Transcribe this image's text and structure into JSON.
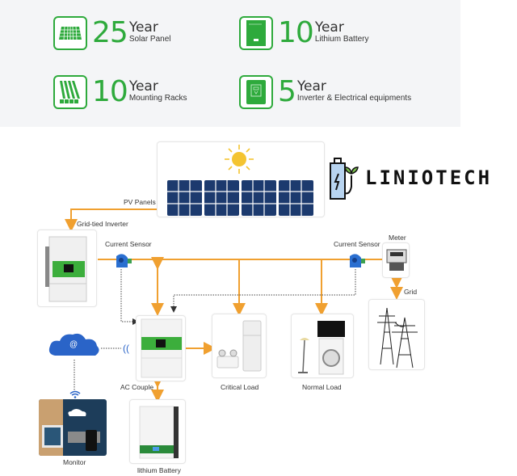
{
  "warranties": [
    {
      "years": "25",
      "unit": "Year",
      "label": "Solar Panel",
      "icon": "solar-panel-icon"
    },
    {
      "years": "10",
      "unit": "Year",
      "label": "Lithium Battery",
      "icon": "battery-icon"
    },
    {
      "years": "10",
      "unit": "Year",
      "label": "Mounting Racks",
      "icon": "mounting-rack-icon"
    },
    {
      "years": "5",
      "unit": "Year",
      "label": "Inverter & Electrical equipments",
      "icon": "inverter-icon"
    }
  ],
  "brand": {
    "name": "LINIOTECH"
  },
  "diagram": {
    "pv_panels": "PV Panels",
    "grid_tied_inverter": "Grid-tied Inverter",
    "current_sensor_left": "Current Sensor",
    "current_sensor_right": "Current Sensor",
    "meter": "Meter",
    "grid": "Grid",
    "ac_couple": "AC Couple",
    "critical_load": "Critical Load",
    "normal_load": "Normal Load",
    "monitor": "Monitor",
    "lithium_battery": "lithium Battery",
    "cloud_symbol": "@"
  },
  "colors": {
    "brand_green": "#2eaa3c",
    "power_line": "#f0a030",
    "signal_line": "#444444",
    "panel_blue": "#1c3a6e",
    "sun_yellow": "#f4c430"
  }
}
